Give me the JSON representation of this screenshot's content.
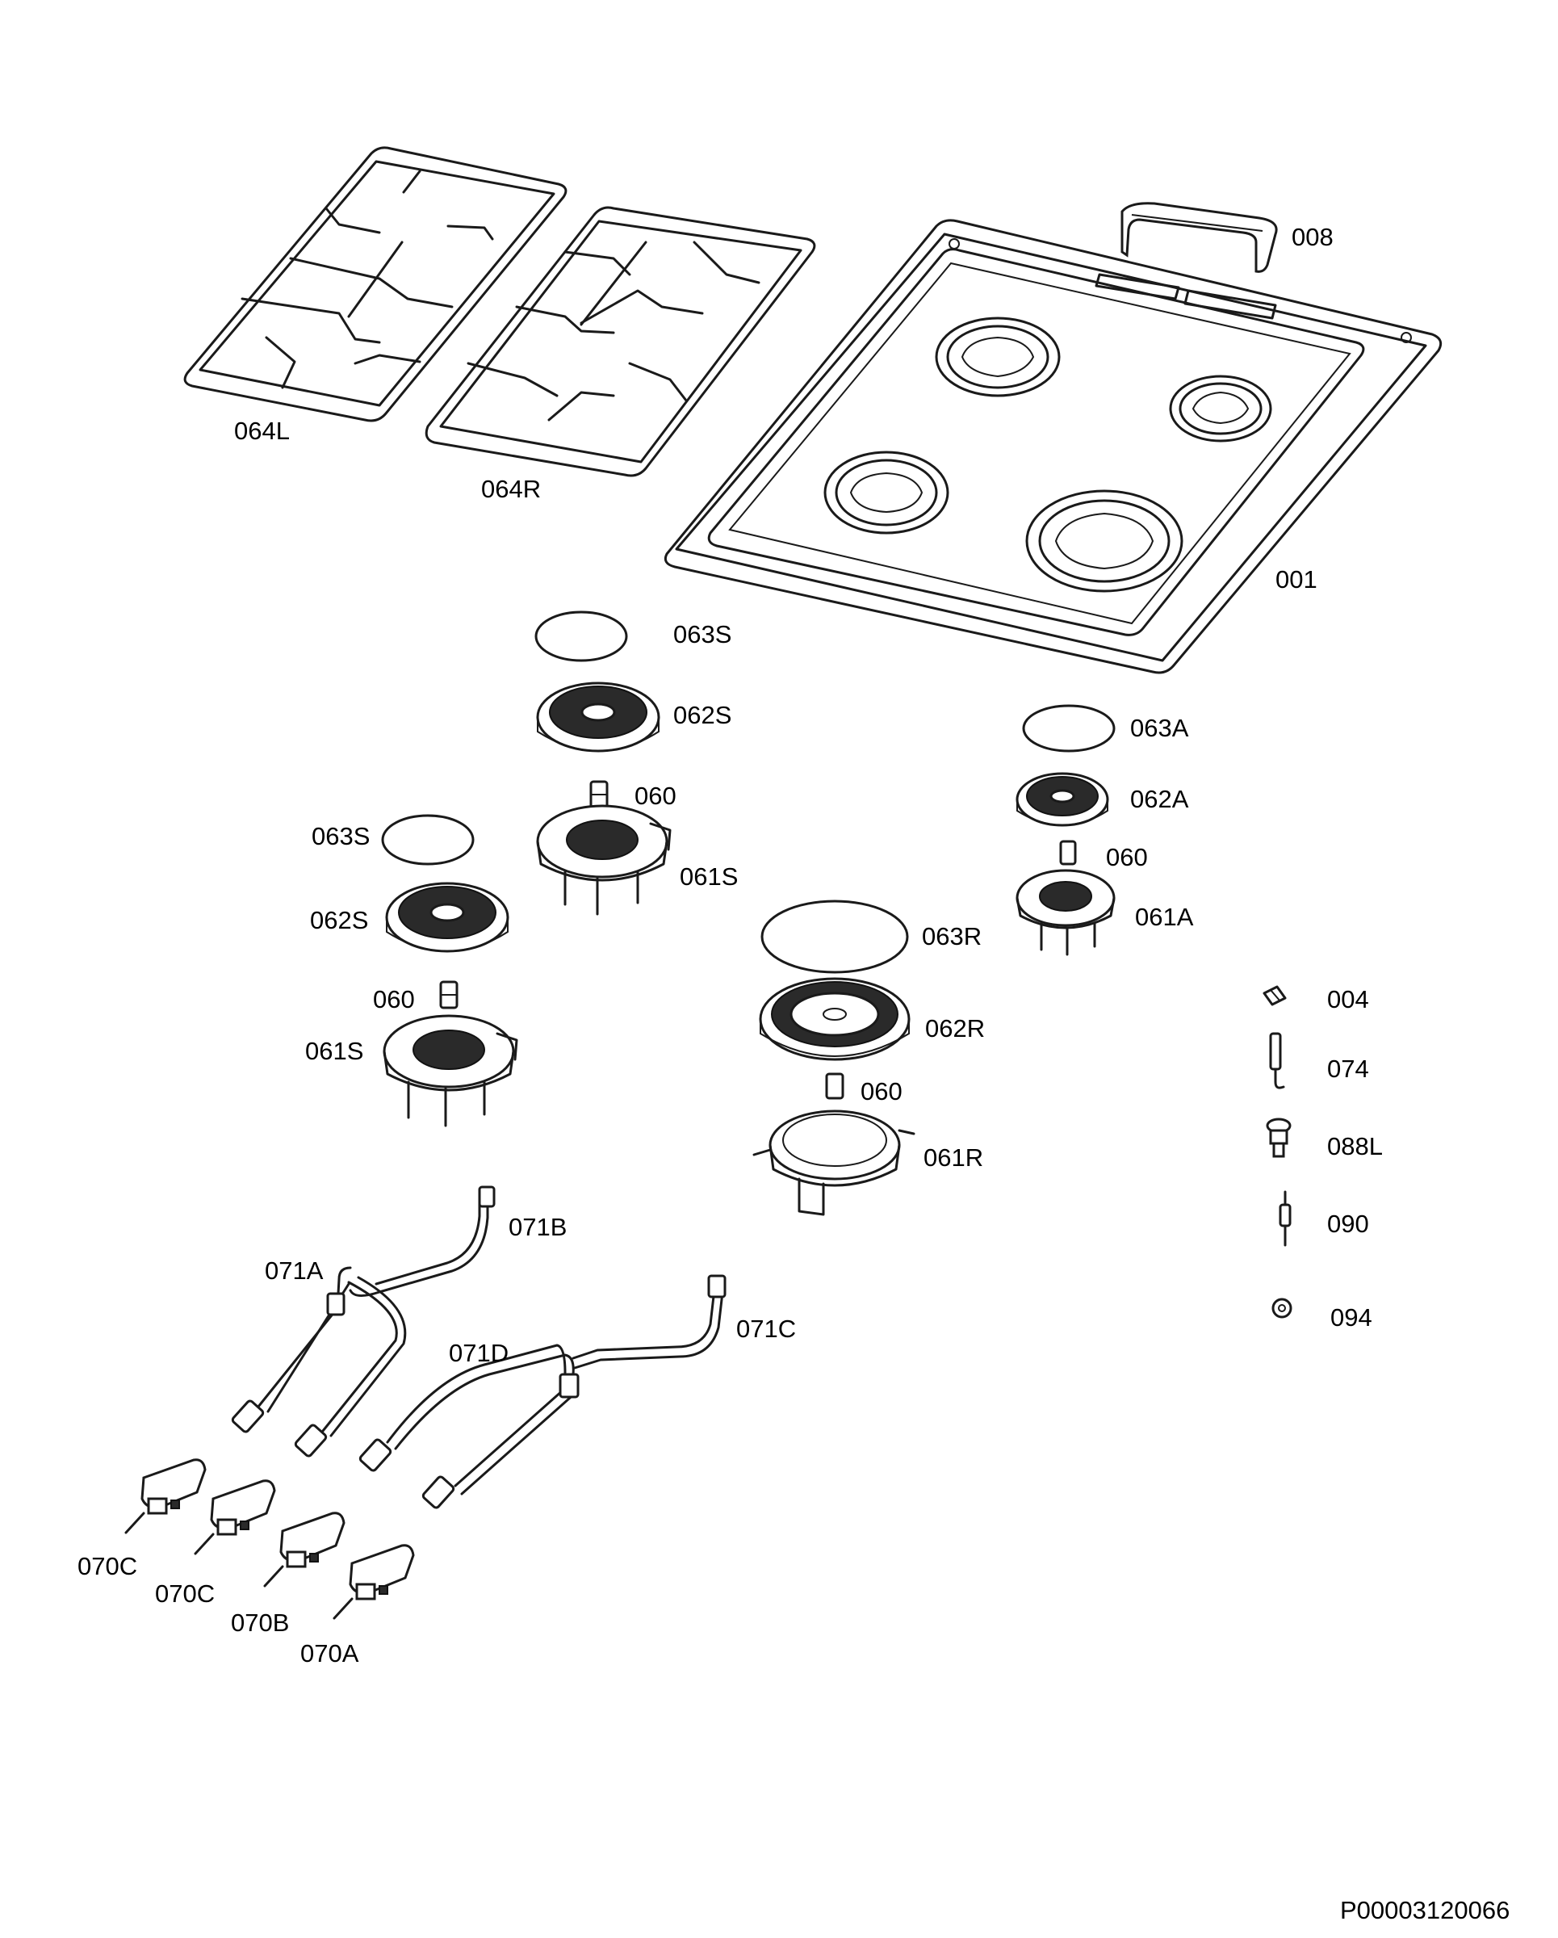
{
  "labels": {
    "l_008": "008",
    "l_064L": "064L",
    "l_064R": "064R",
    "l_001": "001",
    "l_063S_a": "063S",
    "l_062S_a": "062S",
    "l_060_a": "060",
    "l_061S_a": "061S",
    "l_063S_b": "063S",
    "l_062S_b": "062S",
    "l_060_b": "060",
    "l_061S_b": "061S",
    "l_063A": "063A",
    "l_062A": "062A",
    "l_060_c": "060",
    "l_061A": "061A",
    "l_063R": "063R",
    "l_062R": "062R",
    "l_060_d": "060",
    "l_061R": "061R",
    "l_004": "004",
    "l_074": "074",
    "l_088L": "088L",
    "l_090": "090",
    "l_094": "094",
    "l_071B": "071B",
    "l_071A": "071A",
    "l_071D": "071D",
    "l_071C": "071C",
    "l_070C_a": "070C",
    "l_070C_b": "070C",
    "l_070B": "070B",
    "l_070A": "070A"
  },
  "footer_code": "P00003120066"
}
